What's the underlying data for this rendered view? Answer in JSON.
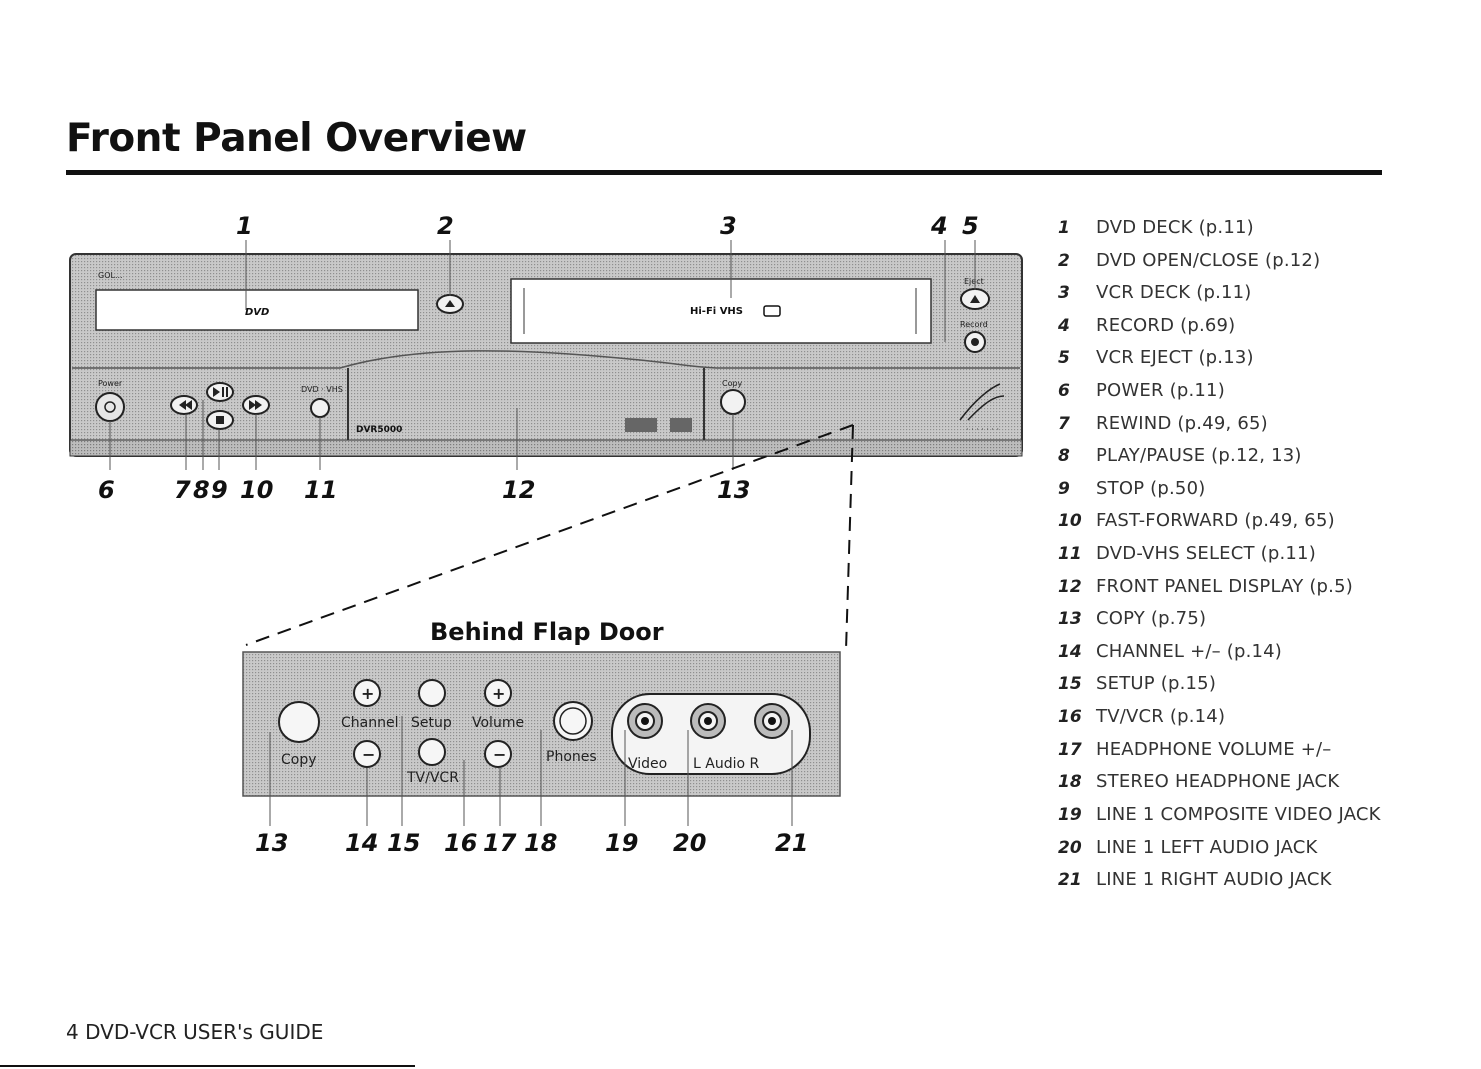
{
  "page": {
    "title": "Front Panel Overview",
    "footer": "4 DVD-VCR USER's GUIDE"
  },
  "device": {
    "brand": "GOL...",
    "dvd_logo": "DVD",
    "vhs_logo": "Hi-Fi VHS",
    "model": "DVR5000",
    "power_label": "Power",
    "dvd_vhs_label": "DVD · VHS",
    "copy_label": "Copy",
    "eject_label": "Eject",
    "record_label": "Record"
  },
  "flap": {
    "title": "Behind Flap Door",
    "copy": "Copy",
    "channel": "Channel",
    "setup": "Setup",
    "volume": "Volume",
    "tvvcr": "TV/VCR",
    "phones": "Phones",
    "video": "Video",
    "audio": "L  Audio  R"
  },
  "top_numbers": [
    "1",
    "2",
    "3",
    "4",
    "5"
  ],
  "bottom_numbers": [
    "6",
    "7",
    "8",
    "9",
    "10",
    "11",
    "12",
    "13"
  ],
  "flap_numbers": [
    "13",
    "14",
    "15",
    "16",
    "17",
    "18",
    "19",
    "20",
    "21"
  ],
  "callouts": [
    {
      "num": "1",
      "text": "DVD DECK (p.11)"
    },
    {
      "num": "2",
      "text": "DVD OPEN/CLOSE (p.12)"
    },
    {
      "num": "3",
      "text": "VCR DECK (p.11)"
    },
    {
      "num": "4",
      "text": "RECORD (p.69)"
    },
    {
      "num": "5",
      "text": "VCR EJECT (p.13)"
    },
    {
      "num": "6",
      "text": "POWER (p.11)"
    },
    {
      "num": "7",
      "text": "REWIND (p.49, 65)"
    },
    {
      "num": "8",
      "text": "PLAY/PAUSE (p.12, 13)"
    },
    {
      "num": "9",
      "text": "STOP (p.50)"
    },
    {
      "num": "10",
      "text": "FAST-FORWARD (p.49, 65)"
    },
    {
      "num": "11",
      "text": "DVD-VHS SELECT (p.11)"
    },
    {
      "num": "12",
      "text": "FRONT PANEL DISPLAY (p.5)"
    },
    {
      "num": "13",
      "text": "COPY (p.75)"
    },
    {
      "num": "14",
      "text": "CHANNEL +/– (p.14)"
    },
    {
      "num": "15",
      "text": "SETUP (p.15)"
    },
    {
      "num": "16",
      "text": "TV/VCR (p.14)"
    },
    {
      "num": "17",
      "text": "HEADPHONE VOLUME +/–"
    },
    {
      "num": "18",
      "text": "STEREO HEADPHONE JACK"
    },
    {
      "num": "19",
      "text": "LINE 1 COMPOSITE VIDEO JACK"
    },
    {
      "num": "20",
      "text": "LINE 1 LEFT AUDIO JACK"
    },
    {
      "num": "21",
      "text": "LINE 1 RIGHT AUDIO JACK"
    }
  ]
}
